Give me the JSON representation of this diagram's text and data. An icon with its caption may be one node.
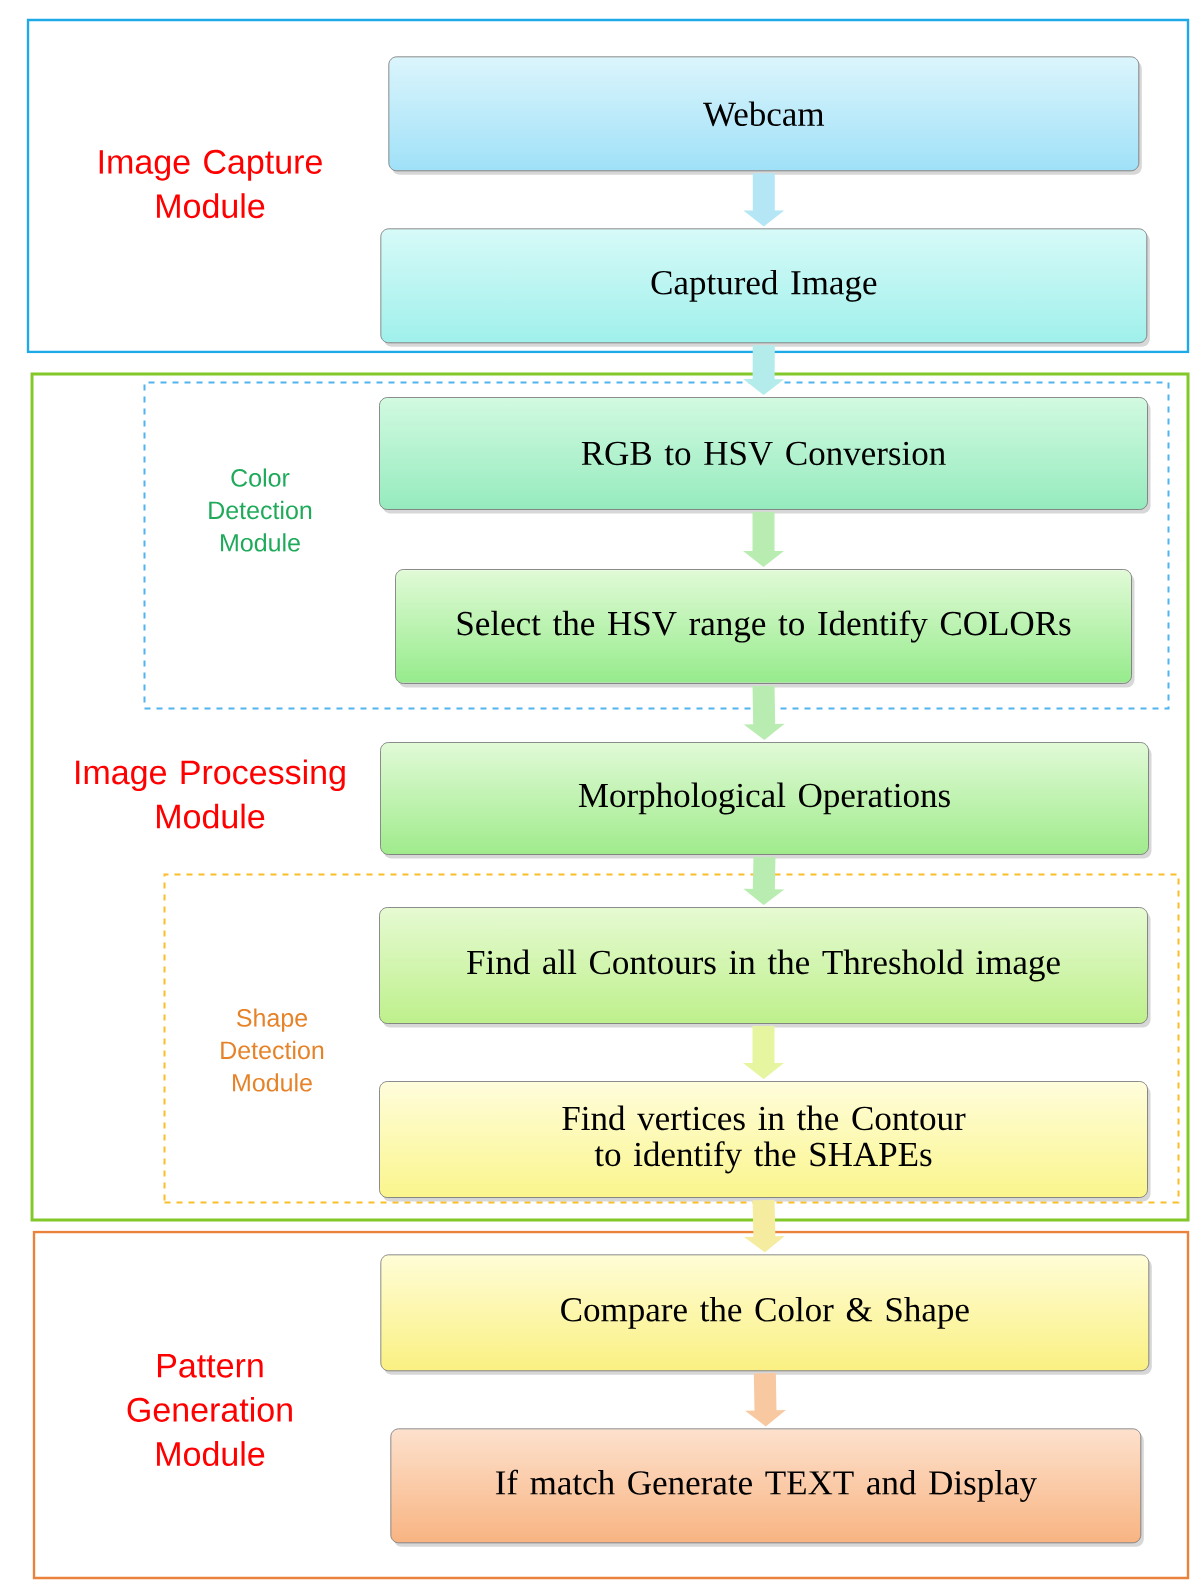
{
  "diagram": {
    "nodes": [
      {
        "text": [
          "Image Capture Module"
        ]
      },
      {
        "text": [
          "Webcam"
        ],
        "in": 0
      },
      {
        "text": [
          "Captured Image"
        ],
        "in": 0
      },
      {
        "text": [
          "Image Processing Module"
        ]
      },
      {
        "text": [
          "Color Detection Module"
        ],
        "in": 3
      },
      {
        "text": [
          "RGB to HSV Conversion"
        ],
        "in": 4
      },
      {
        "text": [
          "Select the HSV range to Identify COLORs"
        ],
        "in": 4
      },
      {
        "text": [
          "Morphological Operations"
        ],
        "in": 3
      },
      {
        "text": [
          "Shape Detection Module"
        ],
        "in": 3
      },
      {
        "text": [
          "Find all Contours in the Threshold image"
        ],
        "in": 8
      },
      {
        "text": [
          "Find vertices in the Contour to identify the SHAPEs"
        ],
        "in": 8
      },
      {
        "text": [
          "Pattern Generation Module"
        ]
      },
      {
        "text": [
          "Compare the Color & Shape"
        ],
        "in": 11
      },
      {
        "text": [
          "If match Generate TEXT and Display"
        ],
        "in": 11
      }
    ],
    "edges": [
      {
        "from": 1,
        "to": 2,
        "arrow": "to",
        "color": "#b4e6f5"
      },
      {
        "from": 2,
        "to": 5,
        "arrow": "to",
        "color": "#b4ecec"
      },
      {
        "from": 5,
        "to": 6,
        "arrow": "to"
      },
      {
        "from": 6,
        "to": 7,
        "arrow": "to"
      },
      {
        "from": 7,
        "to": 9,
        "arrow": "to"
      },
      {
        "from": 9,
        "to": 10,
        "arrow": "to",
        "color": "#e6f5a0"
      },
      {
        "from": 10,
        "to": 12,
        "arrow": "to",
        "color": "#f5eca0"
      },
      {
        "from": 12,
        "to": 13,
        "arrow": "to",
        "color": "#f8c8a0"
      }
    ]
  }
}
